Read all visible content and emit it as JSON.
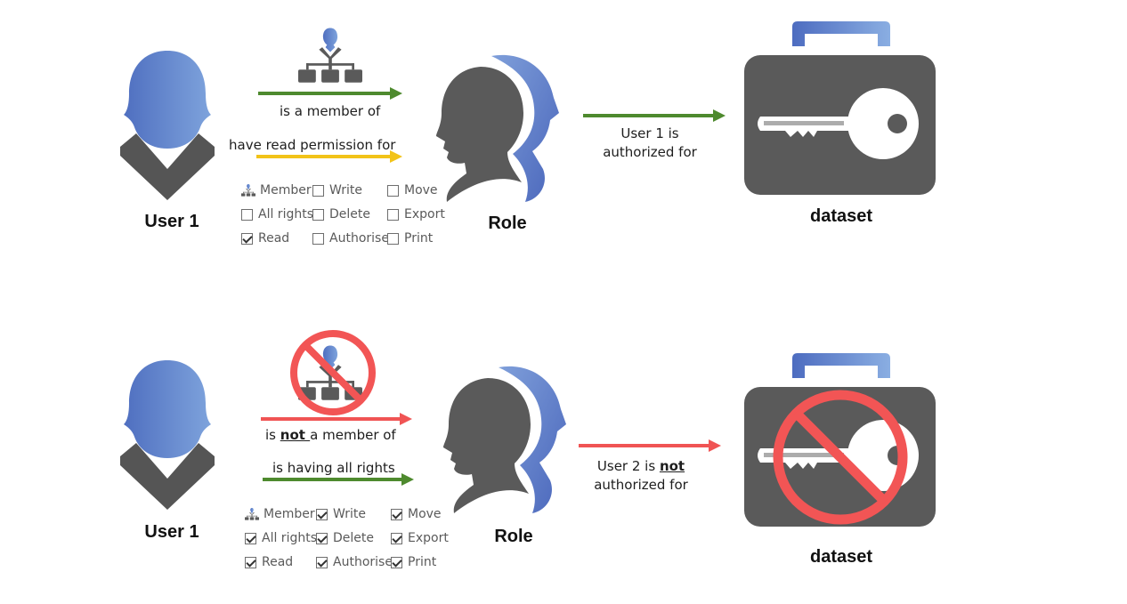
{
  "colors": {
    "user_blue": "#5b7fc8",
    "head_gray": "#5a5a5a",
    "green_arrow": "#4e8a2e",
    "yellow_arrow": "#f2c318",
    "red_arrow": "#f05454",
    "prohibit_red": "#f25555"
  },
  "top": {
    "user_label": "User 1",
    "role_label": "Role",
    "dataset_label": "dataset",
    "member_text": "is a member of",
    "permission_text": "have read permission for",
    "authorized_line1": "User 1 is",
    "authorized_line2": "authorized for",
    "permissions": [
      {
        "label": "Member",
        "type": "member-icon"
      },
      {
        "label": "Write",
        "checked": false
      },
      {
        "label": "Move",
        "checked": false
      },
      {
        "label": "All rights",
        "checked": false
      },
      {
        "label": "Delete",
        "checked": false
      },
      {
        "label": "Export",
        "checked": false
      },
      {
        "label": "Read",
        "checked": true
      },
      {
        "label": "Authorise",
        "checked": false
      },
      {
        "label": "Print",
        "checked": false
      }
    ]
  },
  "bottom": {
    "user_label": "User 1",
    "role_label": "Role",
    "dataset_label": "dataset",
    "member_prefix": "is ",
    "member_not": "not ",
    "member_suffix": "a member of",
    "permission_text": "is having all rights",
    "authorized_prefix": "User 2 is ",
    "authorized_not": "not ",
    "authorized_line2": "authorized for",
    "permissions": [
      {
        "label": "Member",
        "type": "member-icon"
      },
      {
        "label": "Write",
        "checked": true
      },
      {
        "label": "Move",
        "checked": true
      },
      {
        "label": "All rights",
        "checked": true
      },
      {
        "label": "Delete",
        "checked": true
      },
      {
        "label": "Export",
        "checked": true
      },
      {
        "label": "Read",
        "checked": true
      },
      {
        "label": "Authorise",
        "checked": true
      },
      {
        "label": "Print",
        "checked": true
      }
    ]
  }
}
